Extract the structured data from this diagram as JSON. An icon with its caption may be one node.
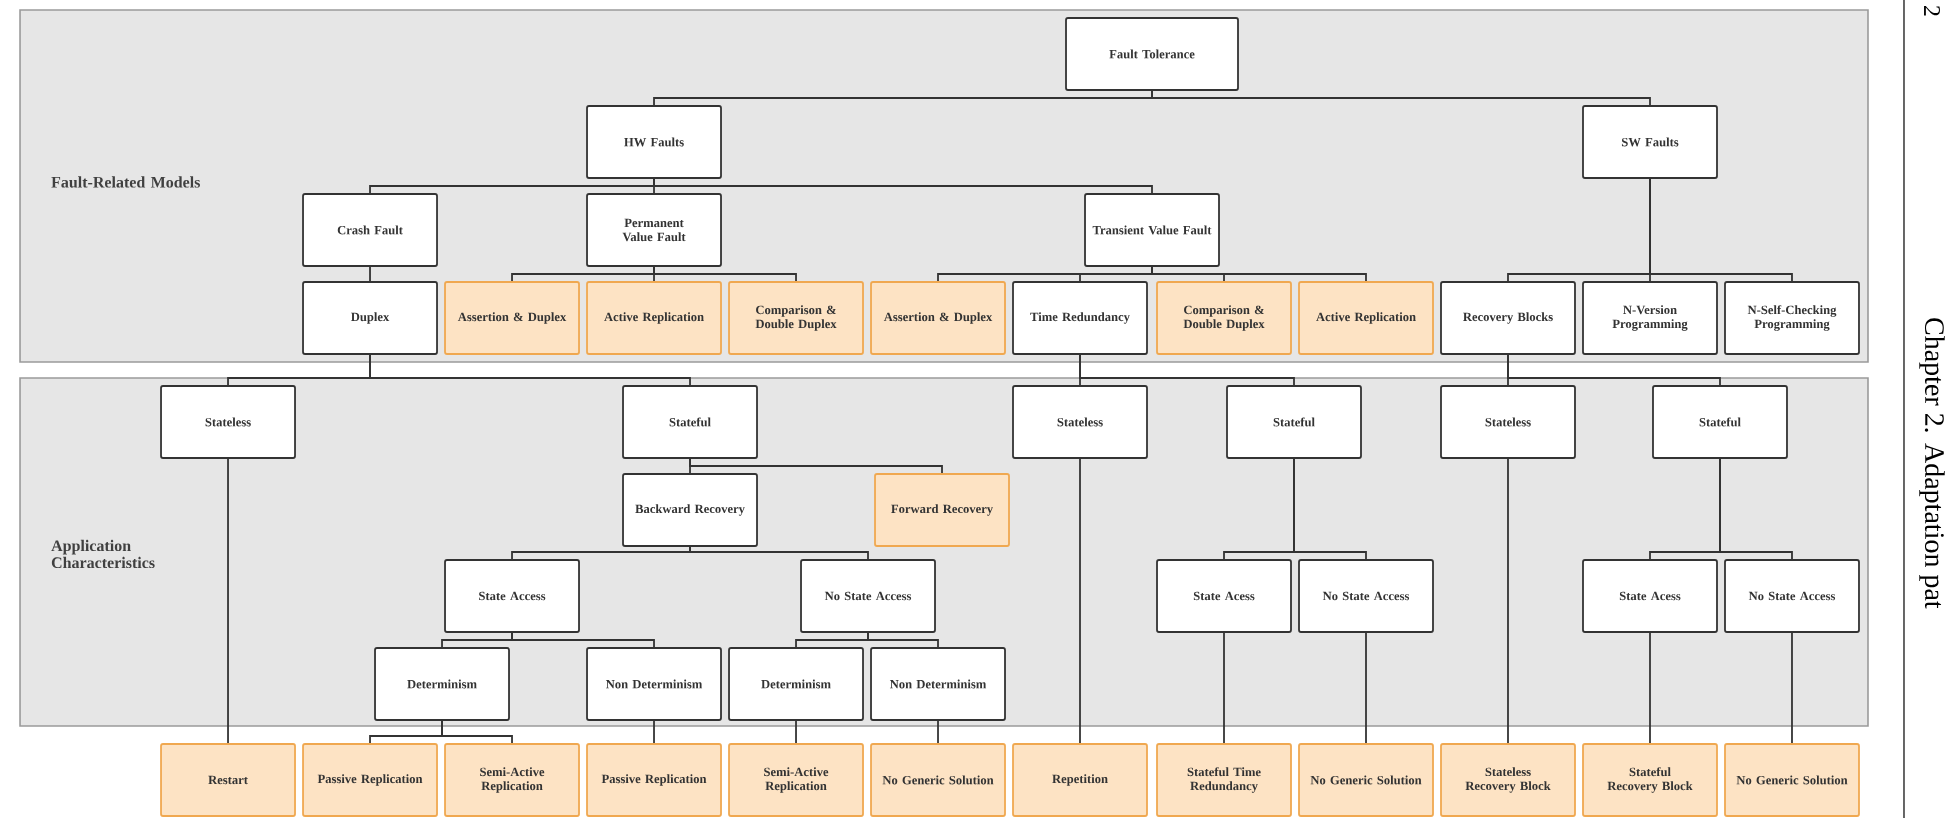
{
  "diagram": {
    "nodes": [
      {
        "text": [
          "Fault-Related Models"
        ]
      },
      {
        "text": [
          "Application Characteristics"
        ]
      },
      {
        "text": [
          "Fault Tolerance"
        ],
        "in": 0
      },
      {
        "text": [
          "HW Faults"
        ],
        "in": 0
      },
      {
        "text": [
          "SW Faults"
        ],
        "in": 0
      },
      {
        "text": [
          "Crash Fault"
        ],
        "in": 0
      },
      {
        "text": [
          "Permanent Value Fault"
        ],
        "in": 0
      },
      {
        "text": [
          "Transient Value Fault"
        ],
        "in": 0
      },
      {
        "text": [
          "Duplex"
        ],
        "in": 0
      },
      {
        "text": [
          "Assertion & Duplex"
        ],
        "in": 0
      },
      {
        "text": [
          "Active Replication"
        ],
        "in": 0
      },
      {
        "text": [
          "Comparison & Double Duplex"
        ],
        "in": 0
      },
      {
        "text": [
          "Assertion & Duplex"
        ],
        "in": 0
      },
      {
        "text": [
          "Time Redundancy"
        ],
        "in": 0
      },
      {
        "text": [
          "Comparison & Double Duplex"
        ],
        "in": 0
      },
      {
        "text": [
          "Active Replication"
        ],
        "in": 0
      },
      {
        "text": [
          "Recovery Blocks"
        ],
        "in": 0
      },
      {
        "text": [
          "N-Version Programming"
        ],
        "in": 0
      },
      {
        "text": [
          "N-Self-Checking Programming"
        ],
        "in": 0
      },
      {
        "text": [
          "Stateless"
        ],
        "in": 1
      },
      {
        "text": [
          "Stateful"
        ],
        "in": 1
      },
      {
        "text": [
          "Stateless"
        ],
        "in": 1
      },
      {
        "text": [
          "Stateful"
        ],
        "in": 1
      },
      {
        "text": [
          "Stateless"
        ],
        "in": 1
      },
      {
        "text": [
          "Stateful"
        ],
        "in": 1
      },
      {
        "text": [
          "Backward Recovery"
        ],
        "in": 1
      },
      {
        "text": [
          "Forward Recovery"
        ],
        "in": 1
      },
      {
        "text": [
          "State Access"
        ],
        "in": 1
      },
      {
        "text": [
          "No State Access"
        ],
        "in": 1
      },
      {
        "text": [
          "State Acess"
        ],
        "in": 1
      },
      {
        "text": [
          "No State Access"
        ],
        "in": 1
      },
      {
        "text": [
          "State Acess"
        ],
        "in": 1
      },
      {
        "text": [
          "No State Access"
        ],
        "in": 1
      },
      {
        "text": [
          "Determinism"
        ],
        "in": 1
      },
      {
        "text": [
          "Non Determinism"
        ],
        "in": 1
      },
      {
        "text": [
          "Determinism"
        ],
        "in": 1
      },
      {
        "text": [
          "Non Determinism"
        ],
        "in": 1
      },
      {
        "text": [
          "Restart"
        ]
      },
      {
        "text": [
          "Passive Replication"
        ]
      },
      {
        "text": [
          "Semi-Active Replication"
        ]
      },
      {
        "text": [
          "Passive Replication"
        ]
      },
      {
        "text": [
          "Semi-Active Replication"
        ]
      },
      {
        "text": [
          "No Generic Solution"
        ]
      },
      {
        "text": [
          "Repetition"
        ]
      },
      {
        "text": [
          "Stateful Time Redundancy"
        ]
      },
      {
        "text": [
          "No Generic Solution"
        ]
      },
      {
        "text": [
          "Stateless Recovery Block"
        ]
      },
      {
        "text": [
          "Stateful Recovery Block"
        ]
      },
      {
        "text": [
          "No Generic Solution"
        ]
      }
    ],
    "edges": [
      {
        "from": 2,
        "to": 3,
        "arrow": "none"
      },
      {
        "from": 2,
        "to": 4,
        "arrow": "none"
      },
      {
        "from": 3,
        "to": 5,
        "arrow": "none"
      },
      {
        "from": 3,
        "to": 6,
        "arrow": "none"
      },
      {
        "from": 3,
        "to": 7,
        "arrow": "none"
      },
      {
        "from": 5,
        "to": 8,
        "arrow": "none"
      },
      {
        "from": 6,
        "to": 9,
        "arrow": "none"
      },
      {
        "from": 6,
        "to": 10,
        "arrow": "none"
      },
      {
        "from": 6,
        "to": 11,
        "arrow": "none"
      },
      {
        "from": 7,
        "to": 12,
        "arrow": "none"
      },
      {
        "from": 7,
        "to": 13,
        "arrow": "none"
      },
      {
        "from": 7,
        "to": 14,
        "arrow": "none"
      },
      {
        "from": 7,
        "to": 15,
        "arrow": "none"
      },
      {
        "from": 4,
        "to": 16,
        "arrow": "none"
      },
      {
        "from": 4,
        "to": 17,
        "arrow": "none"
      },
      {
        "from": 4,
        "to": 18,
        "arrow": "none"
      },
      {
        "from": 8,
        "to": 19,
        "arrow": "none"
      },
      {
        "from": 8,
        "to": 20,
        "arrow": "none"
      },
      {
        "from": 20,
        "to": 25,
        "arrow": "none"
      },
      {
        "from": 20,
        "to": 26,
        "arrow": "none"
      },
      {
        "from": 25,
        "to": 27,
        "arrow": "none"
      },
      {
        "from": 25,
        "to": 28,
        "arrow": "none"
      },
      {
        "from": 27,
        "to": 33,
        "arrow": "none"
      },
      {
        "from": 27,
        "to": 34,
        "arrow": "none"
      },
      {
        "from": 28,
        "to": 35,
        "arrow": "none"
      },
      {
        "from": 28,
        "to": 36,
        "arrow": "none"
      },
      {
        "from": 19,
        "to": 37,
        "arrow": "none"
      },
      {
        "from": 33,
        "to": 38,
        "arrow": "none"
      },
      {
        "from": 33,
        "to": 39,
        "arrow": "none"
      },
      {
        "from": 34,
        "to": 40,
        "arrow": "none"
      },
      {
        "from": 35,
        "to": 41,
        "arrow": "none"
      },
      {
        "from": 36,
        "to": 42,
        "arrow": "none"
      },
      {
        "from": 13,
        "to": 21,
        "arrow": "none"
      },
      {
        "from": 13,
        "to": 22,
        "arrow": "none"
      },
      {
        "from": 21,
        "to": 43,
        "arrow": "none"
      },
      {
        "from": 22,
        "to": 29,
        "arrow": "none"
      },
      {
        "from": 22,
        "to": 30,
        "arrow": "none"
      },
      {
        "from": 29,
        "to": 44,
        "arrow": "none"
      },
      {
        "from": 30,
        "to": 45,
        "arrow": "none"
      },
      {
        "from": 16,
        "to": 23,
        "arrow": "none"
      },
      {
        "from": 16,
        "to": 24,
        "arrow": "none"
      },
      {
        "from": 23,
        "to": 46,
        "arrow": "none"
      },
      {
        "from": 24,
        "to": 31,
        "arrow": "none"
      },
      {
        "from": 24,
        "to": 32,
        "arrow": "none"
      },
      {
        "from": 31,
        "to": 47,
        "arrow": "none"
      },
      {
        "from": 32,
        "to": 48,
        "arrow": "none"
      }
    ],
    "labels": [
      "2",
      "Chapter 2. Adaptation pat"
    ]
  }
}
